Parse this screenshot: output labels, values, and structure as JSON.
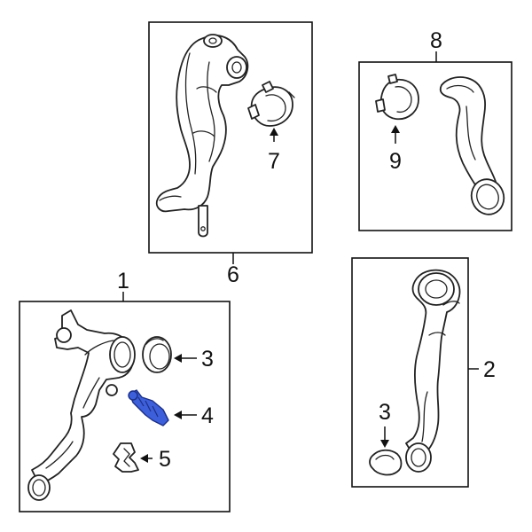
{
  "diagram": {
    "callouts": {
      "c1": "1",
      "c2": "2",
      "c3a": "3",
      "c3b": "3",
      "c4": "4",
      "c5": "5",
      "c6": "6",
      "c7": "7",
      "c8": "8",
      "c9": "9"
    },
    "highlight_color": "#3d5fd9",
    "highlighted_part": "4"
  }
}
